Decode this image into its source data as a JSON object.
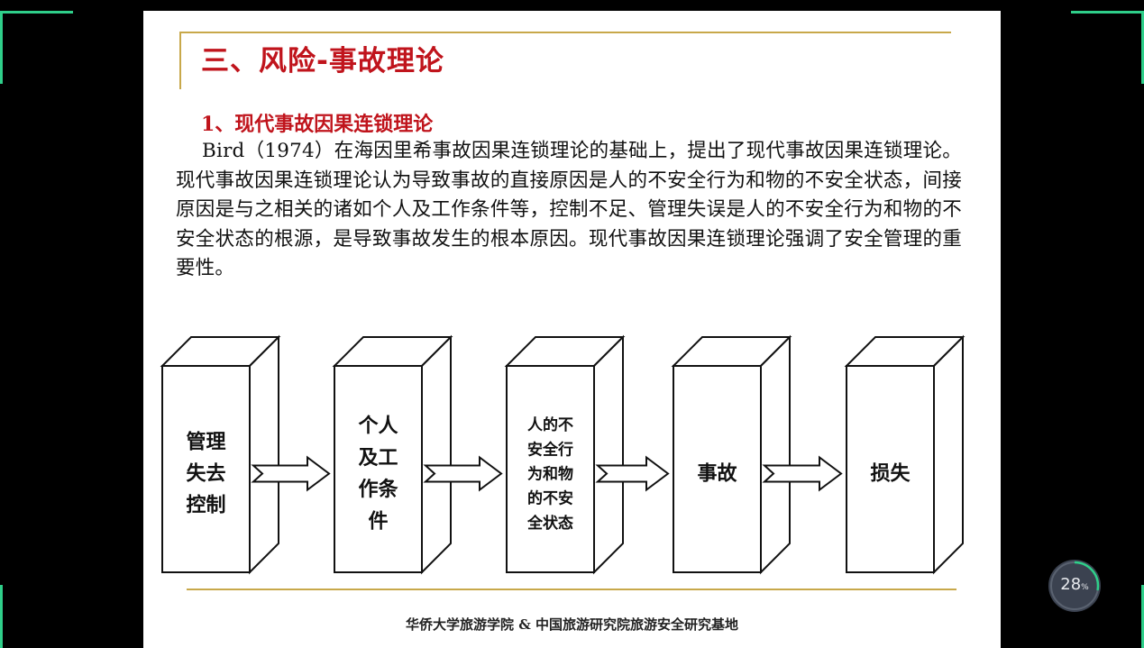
{
  "slide": {
    "title": "三、风险-事故理论",
    "subheading": "1、现代事故因果连锁理论",
    "paragraph": "Bird（1974）在海因里希事故因果连锁理论的基础上，提出了现代事故因果连锁理论。现代事故因果连锁理论认为导致事故的直接原因是人的不安全行为和物的不安全状态，间接原因是与之相关的诸如个人及工作条件等，控制不足、管理失误是人的不安全行为和物的不安全状态的根源，是导致事故发生的根本原因。现代事故因果连锁理论强调了安全管理的重要性。",
    "footer": "华侨大学旅游学院 & 中国旅游研究院旅游安全研究基地"
  },
  "diagram": {
    "boxes": [
      {
        "lines": [
          "管理",
          "失去",
          "控制"
        ]
      },
      {
        "lines": [
          "个人",
          "及工",
          "作条",
          "件"
        ]
      },
      {
        "lines": [
          "人的不",
          "安全行",
          "为和物",
          "的不安",
          "全状态"
        ]
      },
      {
        "lines": [
          "事故"
        ]
      },
      {
        "lines": [
          "损失"
        ]
      }
    ]
  },
  "player": {
    "zoom_value": "28",
    "zoom_unit": "%"
  },
  "colors": {
    "title": "#c0141c",
    "rule": "#c8a84a",
    "frame_corner": "#2fcf8a",
    "badge": "#3b4250"
  }
}
